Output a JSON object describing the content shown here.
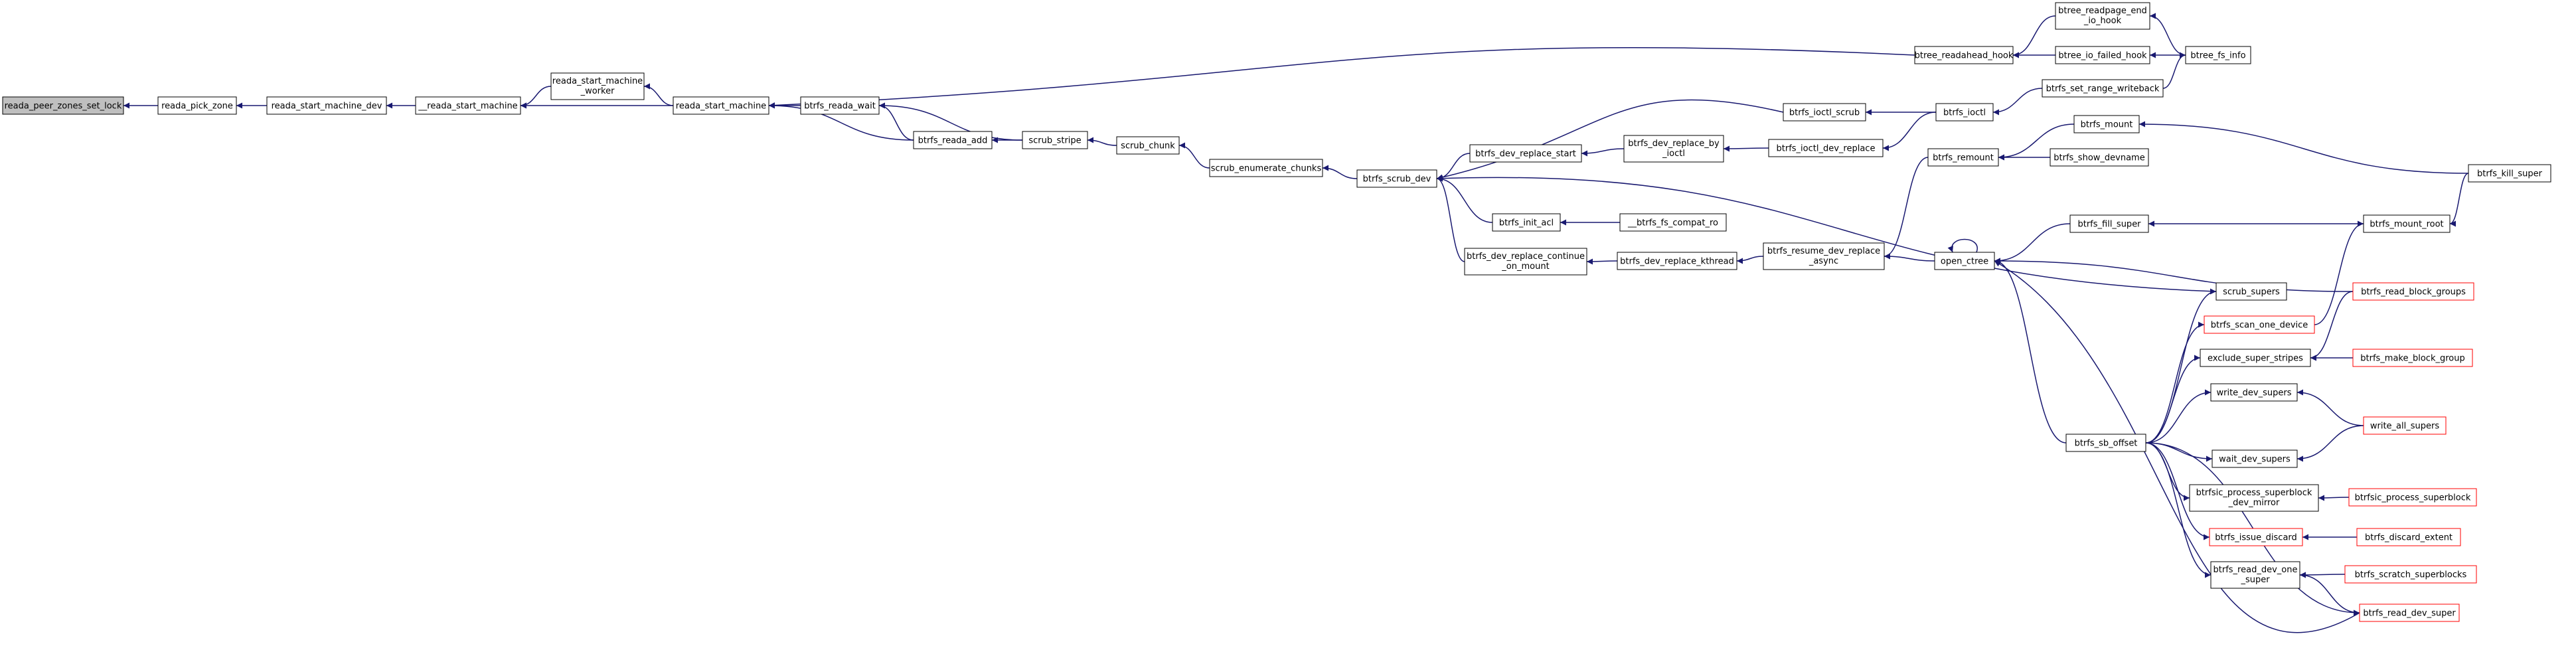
{
  "colors": {
    "edge": "#191970",
    "node_fill": "#ffffff",
    "node_border_black": "#000000",
    "node_border_red": "#ff0000",
    "highlight_fill": "#bfbfbf"
  },
  "nodes": {
    "reada_peer_zones_set_lock": [
      "reada_peer_zones_set_lock"
    ],
    "reada_pick_zone": [
      "reada_pick_zone"
    ],
    "reada_start_machine_dev": [
      "reada_start_machine_dev"
    ],
    "__reada_start_machine": [
      "__reada_start_machine"
    ],
    "reada_start_machine_worker": [
      "reada_start_machine",
      "_worker"
    ],
    "reada_start_machine": [
      "reada_start_machine"
    ],
    "btree_readahead_hook": [
      "btree_readahead_hook"
    ],
    "btree_readpage_end_io_hook": [
      "btree_readpage_end",
      "_io_hook"
    ],
    "btree_io_failed_hook": [
      "btree_io_failed_hook"
    ],
    "btree_fs_info": [
      "btree_fs_info"
    ],
    "btrfs_reada_wait": [
      "btrfs_reada_wait"
    ],
    "btrfs_reada_add": [
      "btrfs_reada_add"
    ],
    "scrub_stripe": [
      "scrub_stripe"
    ],
    "scrub_chunk": [
      "scrub_chunk"
    ],
    "scrub_enumerate_chunks": [
      "scrub_enumerate_chunks"
    ],
    "btrfs_scrub_dev": [
      "btrfs_scrub_dev"
    ],
    "btrfs_ioctl_scrub": [
      "btrfs_ioctl_scrub"
    ],
    "btrfs_ioctl": [
      "btrfs_ioctl"
    ],
    "btrfs_set_range_writeback": [
      "btrfs_set_range_writeback"
    ],
    "btrfs_dev_replace_start": [
      "btrfs_dev_replace_start"
    ],
    "btrfs_dev_replace_by_ioctl": [
      "btrfs_dev_replace_by",
      "_ioctl"
    ],
    "btrfs_ioctl_dev_replace": [
      "btrfs_ioctl_dev_replace"
    ],
    "btrfs_init_acl": [
      "btrfs_init_acl"
    ],
    "__btrfs_fs_compat_ro": [
      "__btrfs_fs_compat_ro"
    ],
    "btrfs_dev_replace_continue_on_mount": [
      "btrfs_dev_replace_continue",
      "_on_mount"
    ],
    "btrfs_dev_replace_kthread": [
      "btrfs_dev_replace_kthread"
    ],
    "btrfs_resume_dev_replace_async": [
      "btrfs_resume_dev_replace",
      "_async"
    ],
    "btrfs_remount": [
      "btrfs_remount"
    ],
    "btrfs_mount": [
      "btrfs_mount"
    ],
    "btrfs_show_devname": [
      "btrfs_show_devname"
    ],
    "btrfs_kill_super": [
      "btrfs_kill_super"
    ],
    "open_ctree": [
      "open_ctree"
    ],
    "btrfs_fill_super": [
      "btrfs_fill_super"
    ],
    "btrfs_mount_root": [
      "btrfs_mount_root"
    ],
    "scrub_supers": [
      "scrub_supers"
    ],
    "btrfs_read_block_groups": [
      "btrfs_read_block_groups"
    ],
    "btrfs_scan_one_device": [
      "btrfs_scan_one_device"
    ],
    "exclude_super_stripes": [
      "exclude_super_stripes"
    ],
    "btrfs_make_block_group": [
      "btrfs_make_block_group"
    ],
    "write_dev_supers": [
      "write_dev_supers"
    ],
    "write_all_supers": [
      "write_all_supers"
    ],
    "btrfs_sb_offset": [
      "btrfs_sb_offset"
    ],
    "wait_dev_supers": [
      "wait_dev_supers"
    ],
    "btrfsic_process_superblock_dev_mirror": [
      "btrfsic_process_superblock",
      "_dev_mirror"
    ],
    "btrfsic_process_superblock": [
      "btrfsic_process_superblock"
    ],
    "btrfs_issue_discard": [
      "btrfs_issue_discard"
    ],
    "btrfs_discard_extent": [
      "btrfs_discard_extent"
    ],
    "btrfs_read_dev_one_super": [
      "btrfs_read_dev_one",
      "_super"
    ],
    "btrfs_scratch_superblocks": [
      "btrfs_scratch_superblocks"
    ],
    "btrfs_read_dev_super": [
      "btrfs_read_dev_super"
    ]
  }
}
